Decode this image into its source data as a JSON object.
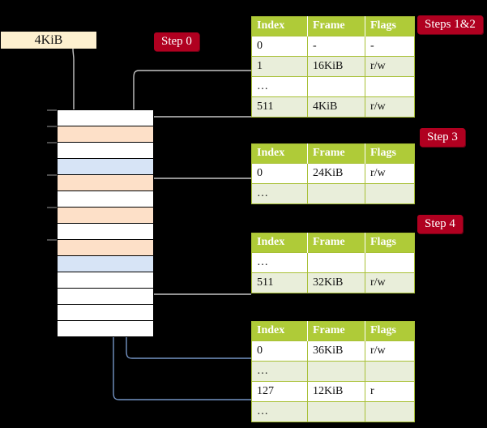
{
  "memory_tag": {
    "label": "4KiB"
  },
  "badges": {
    "step0": "Step 0",
    "steps12": "Steps 1&2",
    "step3": "Step 3",
    "step4": "Step 4"
  },
  "colors": {
    "badge_bg": "#B00020",
    "badge_text": "#FFFFFF",
    "table_header_bg": "#AFCB38",
    "table_border": "#A8C036",
    "table_alt_row": "#E9EEDA",
    "highlight": "#FAF4A0",
    "mem_orange": "#FDE0C8",
    "mem_blue": "#D7E4F6",
    "tag_bg": "#FDF0CF",
    "arrow_gray": "#C6C6C6",
    "arrow_blue": "#7494C4"
  },
  "memory_column": {
    "rows": [
      {
        "fill": "white"
      },
      {
        "fill": "orange"
      },
      {
        "fill": "white"
      },
      {
        "fill": "blue"
      },
      {
        "fill": "orange"
      },
      {
        "fill": "white"
      },
      {
        "fill": "orange"
      },
      {
        "fill": "white"
      },
      {
        "fill": "orange"
      },
      {
        "fill": "blue"
      },
      {
        "fill": "white"
      },
      {
        "fill": "white"
      },
      {
        "fill": "white"
      },
      {
        "fill": "white"
      }
    ]
  },
  "tables": [
    {
      "id": "table-1",
      "headers": [
        "Index",
        "Frame",
        "Flags"
      ],
      "rows": [
        {
          "cells": [
            "0",
            "-",
            "-"
          ],
          "alt": false,
          "highlight": false
        },
        {
          "cells": [
            "1",
            "16KiB",
            "r/w"
          ],
          "alt": true,
          "highlight": false
        },
        {
          "cells": [
            "…",
            "",
            ""
          ],
          "alt": false,
          "highlight": false
        },
        {
          "cells": [
            "511",
            "4KiB",
            "r/w"
          ],
          "alt": true,
          "highlight": true
        }
      ]
    },
    {
      "id": "table-2",
      "headers": [
        "Index",
        "Frame",
        "Flags"
      ],
      "rows": [
        {
          "cells": [
            "0",
            "24KiB",
            "r/w"
          ],
          "alt": false,
          "highlight": false
        },
        {
          "cells": [
            "…",
            "",
            ""
          ],
          "alt": true,
          "highlight": false
        }
      ]
    },
    {
      "id": "table-3",
      "headers": [
        "Index",
        "Frame",
        "Flags"
      ],
      "rows": [
        {
          "cells": [
            "…",
            "",
            ""
          ],
          "alt": false,
          "highlight": false
        },
        {
          "cells": [
            "511",
            "32KiB",
            "r/w"
          ],
          "alt": true,
          "highlight": false
        }
      ]
    },
    {
      "id": "table-4",
      "headers": [
        "Index",
        "Frame",
        "Flags"
      ],
      "rows": [
        {
          "cells": [
            "0",
            "36KiB",
            "r/w"
          ],
          "alt": false,
          "highlight": false
        },
        {
          "cells": [
            "…",
            "",
            ""
          ],
          "alt": true,
          "highlight": false
        },
        {
          "cells": [
            "127",
            "12KiB",
            "r"
          ],
          "alt": false,
          "highlight": false
        },
        {
          "cells": [
            "…",
            "",
            ""
          ],
          "alt": true,
          "highlight": false
        }
      ]
    }
  ]
}
